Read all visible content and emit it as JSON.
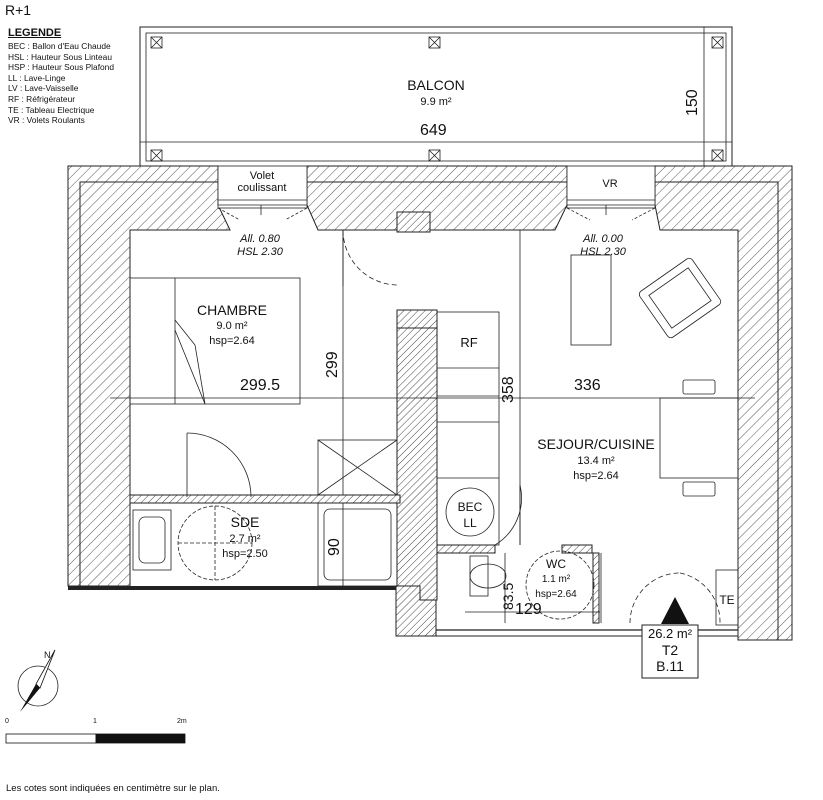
{
  "header": {
    "level": "R+1"
  },
  "legend": {
    "title": "LEGENDE",
    "items": [
      "BEC : Ballon d'Eau Chaude",
      "HSL : Hauteur Sous Linteau",
      "HSP : Hauteur Sous Plafond",
      "LL : Lave-Linge",
      "LV : Lave-Vaisselle",
      "RF : Réfrigérateur",
      "TE : Tableau Electrique",
      "VR : Volets Roulants"
    ]
  },
  "rooms": {
    "balcon": {
      "name": "BALCON",
      "area": "9.9 m²"
    },
    "chambre": {
      "name": "CHAMBRE",
      "area": "9.0 m²",
      "hsp": "hsp=2.64"
    },
    "sejour": {
      "name": "SEJOUR/CUISINE",
      "area": "13.4 m²",
      "hsp": "hsp=2.64"
    },
    "sde": {
      "name": "SDE",
      "area": "2.7 m²",
      "hsp": "hsp=2.50"
    },
    "wc": {
      "name": "WC",
      "area": "1.1 m²",
      "hsp": "hsp=2.64"
    }
  },
  "openings": {
    "volet_line1": "Volet",
    "volet_line2": "coulissant",
    "vr": "VR",
    "allege_left": "All. 0.80",
    "hsl_left": "HSL 2.30",
    "allege_right": "All. 0.00",
    "hsl_right": "HSL 2.30"
  },
  "equipment": {
    "rf": "RF",
    "bec": "BEC",
    "ll": "LL",
    "te": "TE"
  },
  "dimensions": {
    "balcony_width": "649",
    "balcony_depth": "150",
    "chambre_width": "299.5",
    "chambre_depth": "299",
    "sejour_width": "336",
    "sejour_depth": "358",
    "shower": "90",
    "wc_width": "129",
    "wc_depth": "83.5"
  },
  "summary": {
    "total_area": "26.2 m²",
    "type": "T2",
    "lot": "B.11"
  },
  "scale": {
    "labels": [
      "0",
      "1",
      "2m"
    ]
  },
  "footer": {
    "note": "Les cotes sont indiquées en centimètre sur le plan."
  }
}
